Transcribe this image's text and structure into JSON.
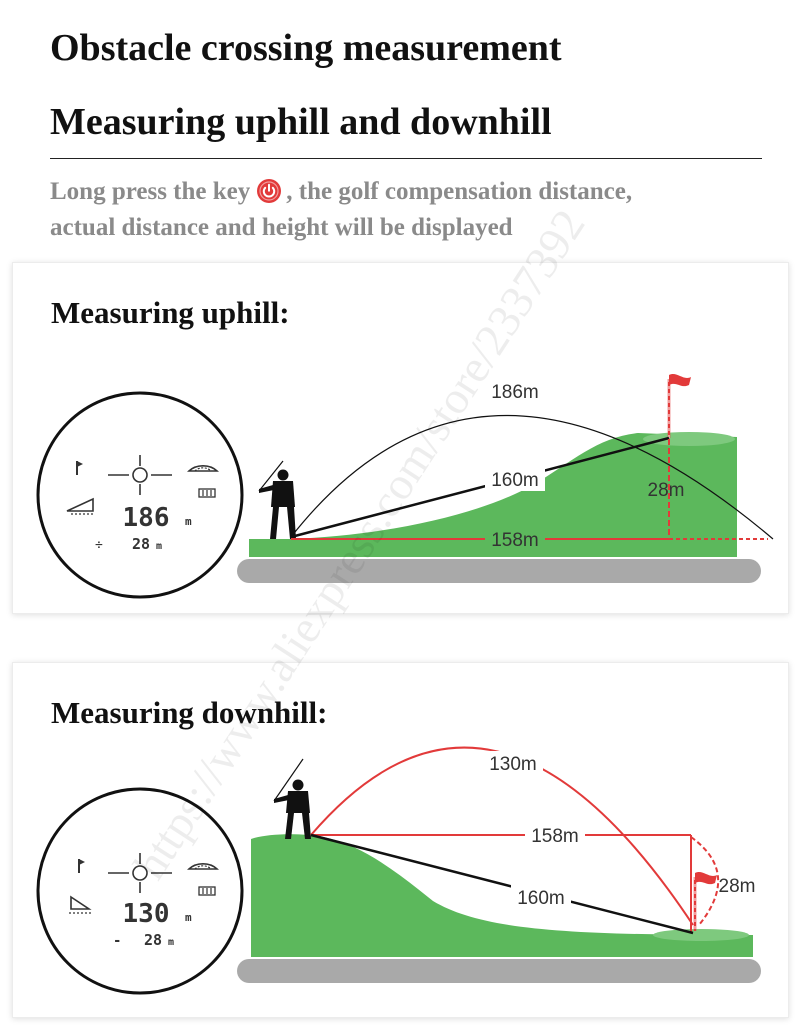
{
  "header": {
    "title_line1": "Obstacle crossing measurement",
    "title_line2": "Measuring uphill and downhill"
  },
  "description": {
    "line1_before": "Long press the key",
    "line1_after": ",   the golf compensation distance,",
    "line2": "actual distance and height will be displayed",
    "key_icon": "power-icon",
    "key_color": "#e23a3a"
  },
  "uphill": {
    "title": "Measuring uphill:",
    "arc_label": "186m",
    "line_label": "160m",
    "horizontal_label": "158m",
    "height_label": "28m",
    "display": {
      "main_value": "186",
      "unit": "m",
      "sub_value": "28",
      "sub_unit": "m",
      "sign": "÷"
    }
  },
  "downhill": {
    "title": "Measuring downhill:",
    "arc_label": "130m",
    "horizontal_label": "158m",
    "line_label": "160m",
    "height_label": "28m",
    "display": {
      "main_value": "130",
      "unit": "m",
      "sub_value": "28",
      "sub_unit": "m",
      "sign": "-"
    }
  },
  "colors": {
    "grass": "#5cb85c",
    "grass_light": "#7ec97e",
    "ground": "#a9a9a9",
    "accent_red": "#e23a3a"
  },
  "watermark": "https://www.aliexpress.com/store/2337392"
}
